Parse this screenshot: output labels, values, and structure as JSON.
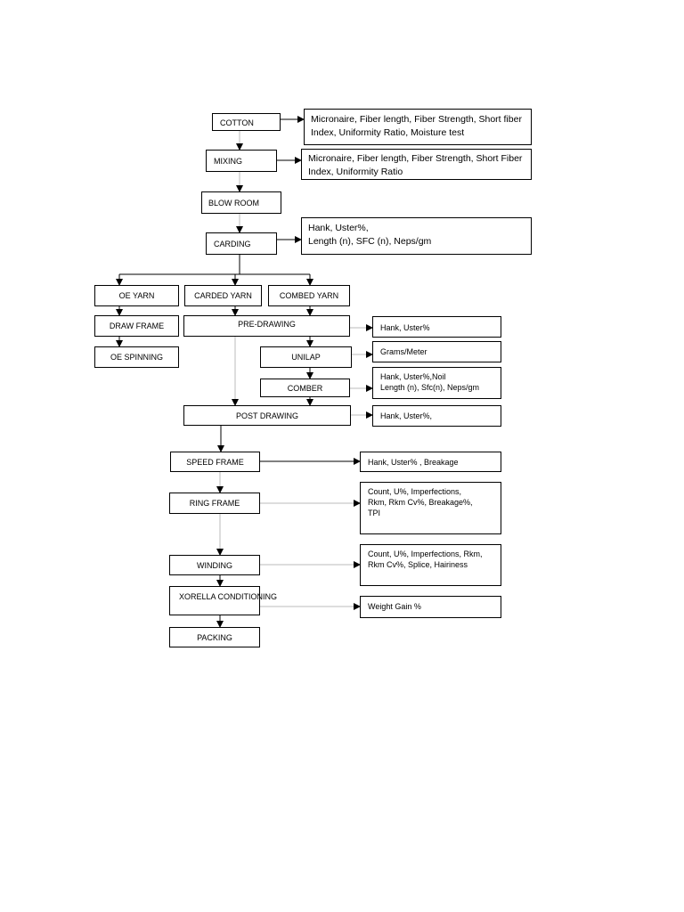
{
  "steps": {
    "cotton": "COTTON",
    "mixing": "MIXING",
    "blow_room": "BLOW ROOM",
    "carding": "CARDING",
    "oe_yarn": "OE YARN",
    "carded_yarn": "CARDED YARN",
    "combed_yarn": "COMBED YARN",
    "draw_frame": "DRAW FRAME",
    "oe_spinning": "OE SPINNING",
    "pre_drawing": "PRE-DRAWING",
    "unilap": "UNILAP",
    "comber": "COMBER",
    "post_drawing": "POST DRAWING",
    "speed_frame": "SPEED FRAME",
    "ring_frame": "RING FRAME",
    "winding": "WINDING",
    "xorella_conditioning": "XORELLA CONDITIONING",
    "packing": "PACKING"
  },
  "tests": {
    "cotton": [
      "Micronaire, Fiber length, Fiber Strength, Short fiber",
      "Index, Uniformity Ratio, Moisture test"
    ],
    "mixing": [
      "Micronaire, Fiber length, Fiber Strength, Short Fiber",
      "Index, Uniformity Ratio"
    ],
    "carding": [
      "Hank, Uster%,",
      "Length (n), SFC (n), Neps/gm"
    ],
    "pre_drawing": [
      "Hank, Uster%"
    ],
    "unilap": [
      "Grams/Meter"
    ],
    "comber": [
      "Hank, Uster%,Noil",
      "Length (n), Sfc(n), Neps/gm"
    ],
    "post_drawing": [
      "Hank, Uster%,"
    ],
    "speed_frame": [
      "Hank, Uster% , Breakage"
    ],
    "ring_frame": [
      "Count, U%, Imperfections,",
      "Rkm, Rkm Cv%, Breakage%,",
      "TPI"
    ],
    "winding": [
      "Count, U%, Imperfections, Rkm,",
      "Rkm Cv%, Splice, Hairiness"
    ],
    "xorella_conditioning": [
      "Weight Gain %"
    ]
  }
}
